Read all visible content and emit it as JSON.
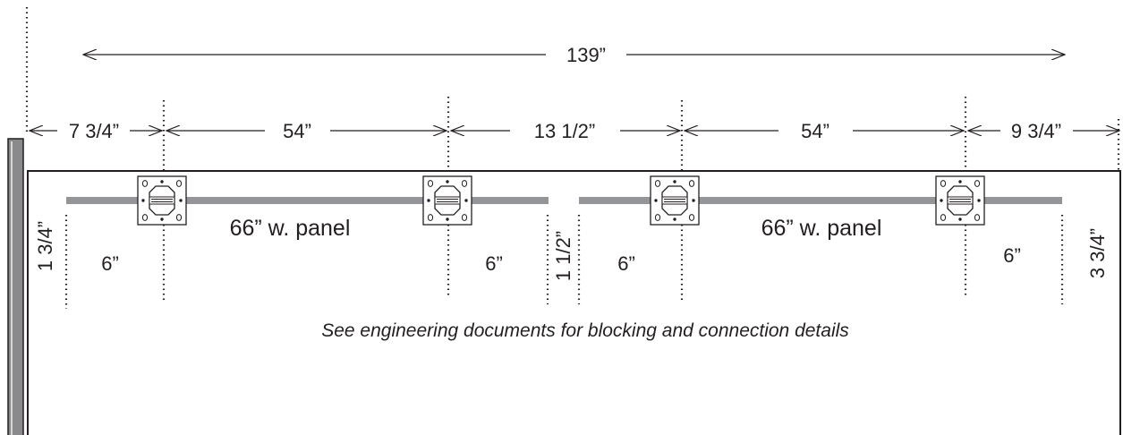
{
  "colors": {
    "ink": "#231f20",
    "panel_bar": "#939598",
    "post_fill": "#8a8a8c",
    "background": "#ffffff"
  },
  "overall": {
    "label": "139”"
  },
  "spacings": [
    {
      "label": "7 3/4”"
    },
    {
      "label": "54”"
    },
    {
      "label": "13 1/2”"
    },
    {
      "label": "54”"
    },
    {
      "label": "9 3/4”"
    }
  ],
  "panels": [
    {
      "label": "66” w. panel"
    },
    {
      "label": "66” w. panel"
    }
  ],
  "offsets": [
    {
      "label": "6”"
    },
    {
      "label": "6”"
    },
    {
      "label": "6”"
    },
    {
      "label": "6”"
    }
  ],
  "vertical_dims": [
    {
      "label": "1 3/4”"
    },
    {
      "label": "1 1/2”"
    },
    {
      "label": "3 3/4”"
    }
  ],
  "note": {
    "text": "See engineering documents for blocking and connection details"
  },
  "icons": {
    "bracket": "mounting-bracket-icon",
    "arrow": "dimension-arrow"
  }
}
